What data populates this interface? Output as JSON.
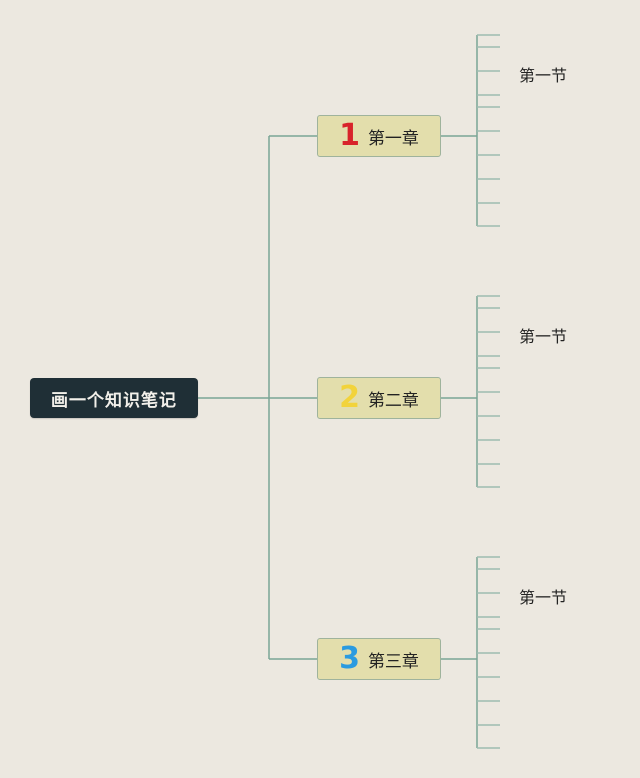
{
  "root": {
    "label": "画一个知识笔记"
  },
  "chapters": [
    {
      "number": "1",
      "label": "第一章",
      "section": "第一节",
      "number_color": "#d8232a"
    },
    {
      "number": "2",
      "label": "第二章",
      "section": "第一节",
      "number_color": "#f2d33b"
    },
    {
      "number": "3",
      "label": "第三章",
      "section": "第一节",
      "number_color": "#2a9be0"
    }
  ],
  "colors": {
    "background": "#ece8e0",
    "connector": "#6a9e8b",
    "root_fill": "#1f2f36",
    "chapter_fill": "#e3deac"
  }
}
